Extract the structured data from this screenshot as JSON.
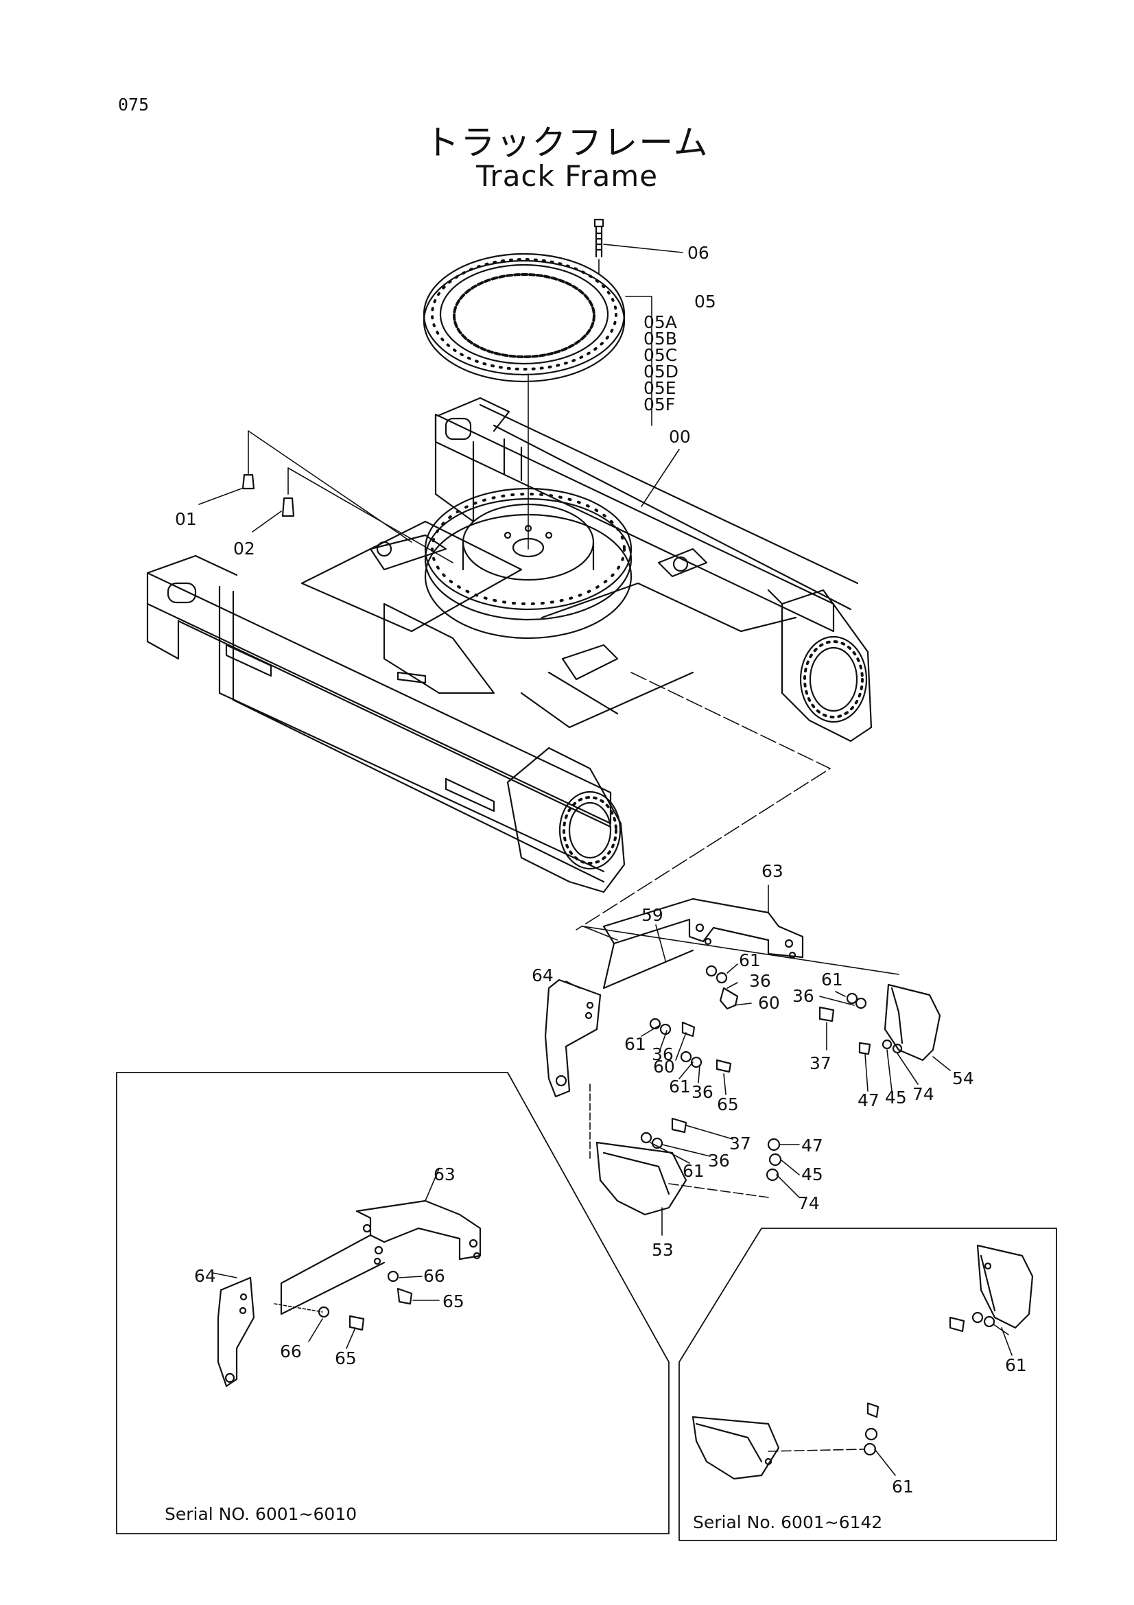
{
  "page_number": "075",
  "title_jp": "トラックフレーム",
  "title_en": "Track Frame",
  "labels": {
    "l06": "06",
    "l05": "05",
    "l05a": "05A",
    "l05b": "05B",
    "l05c": "05C",
    "l05d": "05D",
    "l05e": "05E",
    "l05f": "05F",
    "l00": "00",
    "l01": "01",
    "l02": "02",
    "l63": "63",
    "l59": "59",
    "l64": "64",
    "l61a": "61",
    "l36a": "36",
    "l60a": "60",
    "l61b": "61",
    "l36b": "36",
    "l60b": "60",
    "l61c": "61",
    "l36c": "36",
    "l65a": "65",
    "l61d": "61",
    "l36d": "36",
    "l37a": "37",
    "l47a": "47",
    "l45a": "45",
    "l74a": "74",
    "l54": "54",
    "l37b": "37",
    "l36e": "36",
    "l61e": "61",
    "l47b": "47",
    "l45b": "45",
    "l74b": "74",
    "l53": "53"
  },
  "inset_left": {
    "serial": "Serial  NO. 6001∼6010",
    "l63": "63",
    "l64": "64",
    "l66a": "66",
    "l65a": "65",
    "l66b": "66",
    "l65b": "65"
  },
  "inset_right": {
    "serial": "Serial  No. 6001∼6142",
    "l61a": "61",
    "l61b": "61"
  }
}
